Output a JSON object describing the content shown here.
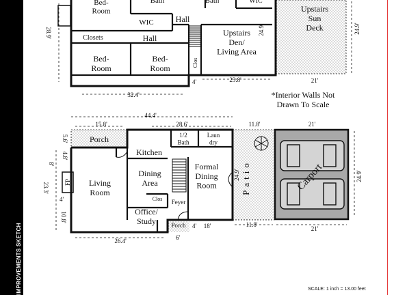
{
  "sidebar": {
    "title": "IMPROVEMENTS SKETCH"
  },
  "upper_floor": {
    "rooms": {
      "bedroom_top": "Bed-\nRoom",
      "bath_1": "Bath",
      "bath_2": "Bath",
      "wic_top": "WIC",
      "wic_mid": "WIC",
      "hall_1": "Hall",
      "hall_2": "Hall",
      "closets": "Closets",
      "bedroom_left": "Bed-\nRoom",
      "bedroom_mid": "Bed-\nRoom",
      "clos": "Clos",
      "den": "Upstairs\nDen/\nLiving Area",
      "sun_deck": "Upstairs\nSun\nDeck"
    },
    "dims": {
      "left_height": "28.9'",
      "bottom_width": "32.4'",
      "notch": "4'",
      "den_width": "23.8'",
      "den_height": "24.9'",
      "deck_height": "24.9'",
      "deck_width": "21'"
    }
  },
  "note": "*Interior Walls Not\nDrawn To Scale",
  "lower_floor": {
    "rooms": {
      "porch_top": "Porch",
      "kitchen": "Kitchen",
      "half_bath": "1/2\nBath",
      "laundry": "Laun\ndry",
      "fp": "FP",
      "living_room": "Living\nRoom",
      "dining_area": "Dining\nArea",
      "formal_dining": "Formal\nDining\nRoom",
      "clos": "Clos",
      "foyer": "Feyer",
      "office": "Office/\nStudy",
      "porch_small": "Porch",
      "patio": "Patio",
      "carport": "Carport"
    },
    "dims": {
      "overall_width": "44.4'",
      "porch_width": "15.8'",
      "upper_width": "28.6'",
      "patio_width": "11.8'",
      "carport_width": "21'",
      "porch_height": "5.6'",
      "kitchen_step": "4.8'",
      "left_top": "8'",
      "left_height": "23.3'",
      "left_mid": "4'",
      "left_low": "10.8'",
      "bottom_width": "26.4'",
      "porch_small_width": "6'",
      "bottom_right": "18'",
      "right_height": "24.9'",
      "patio_bottom": "11.8'",
      "carport_height": "24.9'",
      "carport_bottom": "21'",
      "step_4": "4'"
    }
  },
  "scale_text": "SCALE: 1 inch = 13.00 feet"
}
